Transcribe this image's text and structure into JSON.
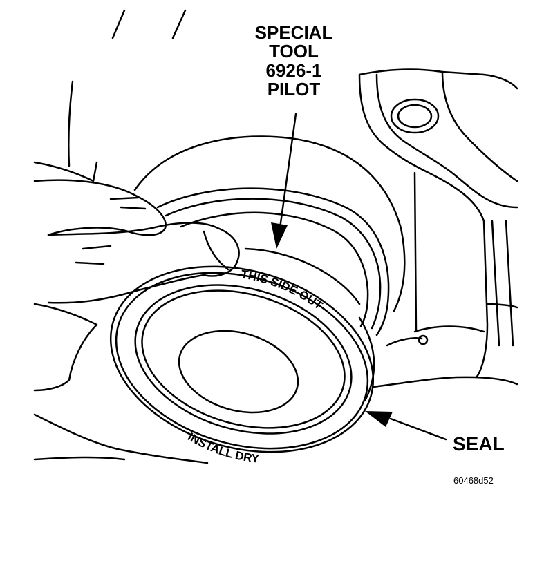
{
  "labels": {
    "tool_line1": "SPECIAL",
    "tool_line2": "TOOL",
    "tool_line3": "6926-1",
    "tool_line4": "PILOT",
    "seal": "SEAL",
    "this_side_out": "THIS SIDE OUT",
    "install_dry": "INSTALL DRY",
    "figure_id": "60468d52"
  },
  "colors": {
    "ink": "#000000",
    "paper": "#ffffff"
  }
}
